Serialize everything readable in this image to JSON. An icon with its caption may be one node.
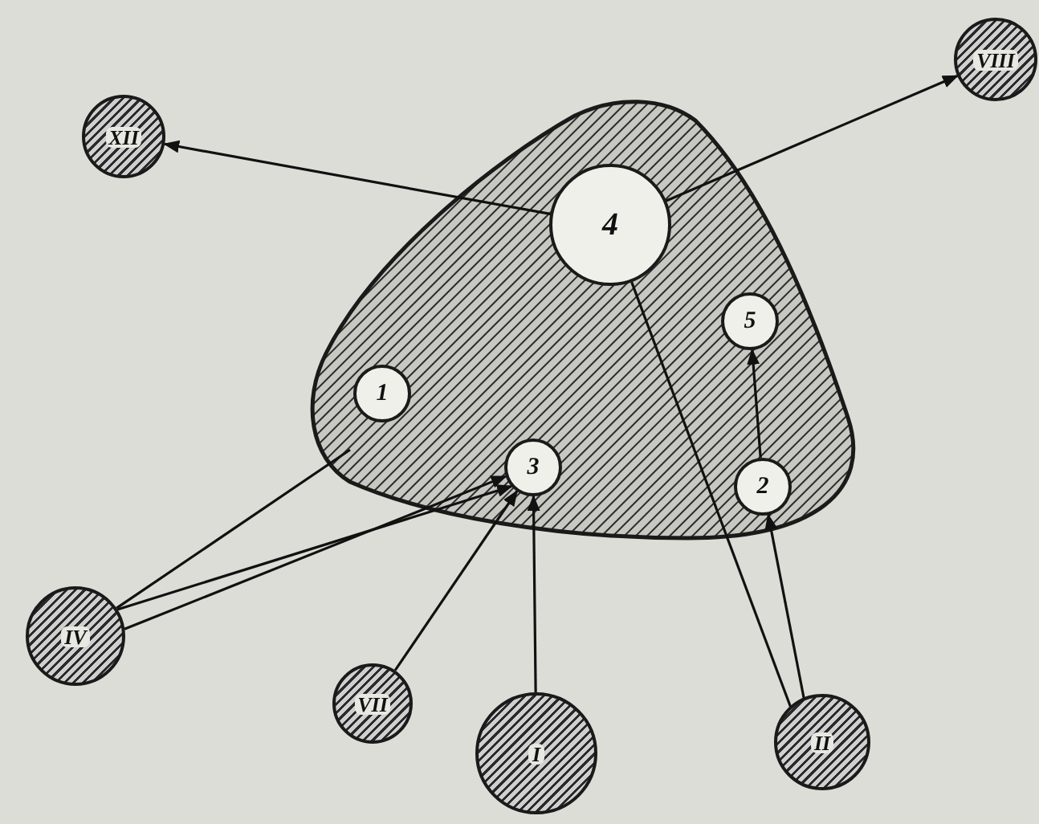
{
  "diagram": {
    "nodes": [
      {
        "text": [],
        "shape": "triangle"
      },
      {
        "text": [
          "4"
        ],
        "in": 0
      },
      {
        "text": [
          "5"
        ],
        "in": 0
      },
      {
        "text": [
          "1"
        ],
        "in": 0
      },
      {
        "text": [
          "3"
        ],
        "in": 0
      },
      {
        "text": [
          "2"
        ],
        "in": 0
      },
      {
        "text": [
          "XII"
        ]
      },
      {
        "text": [
          "VIII"
        ]
      },
      {
        "text": [
          "IV"
        ]
      },
      {
        "text": [
          "VII"
        ]
      },
      {
        "text": [
          "I"
        ]
      },
      {
        "text": [
          "II"
        ]
      }
    ],
    "edges": [
      {
        "from": 1,
        "to": 6,
        "arrow": "to"
      },
      {
        "from": 1,
        "to": 7,
        "arrow": "to"
      },
      {
        "from": 8,
        "to": 0,
        "arrow": "none"
      },
      {
        "from": 8,
        "to": 4,
        "arrow": "to"
      },
      {
        "from": 8,
        "to": 4,
        "arrow": "to"
      },
      {
        "from": 9,
        "to": 4,
        "arrow": "to"
      },
      {
        "from": 10,
        "to": 4,
        "arrow": "to"
      },
      {
        "from": 11,
        "to": 1,
        "arrow": "none"
      },
      {
        "from": 11,
        "to": 5,
        "arrow": "to"
      },
      {
        "from": 5,
        "to": 2,
        "arrow": "to"
      }
    ]
  }
}
